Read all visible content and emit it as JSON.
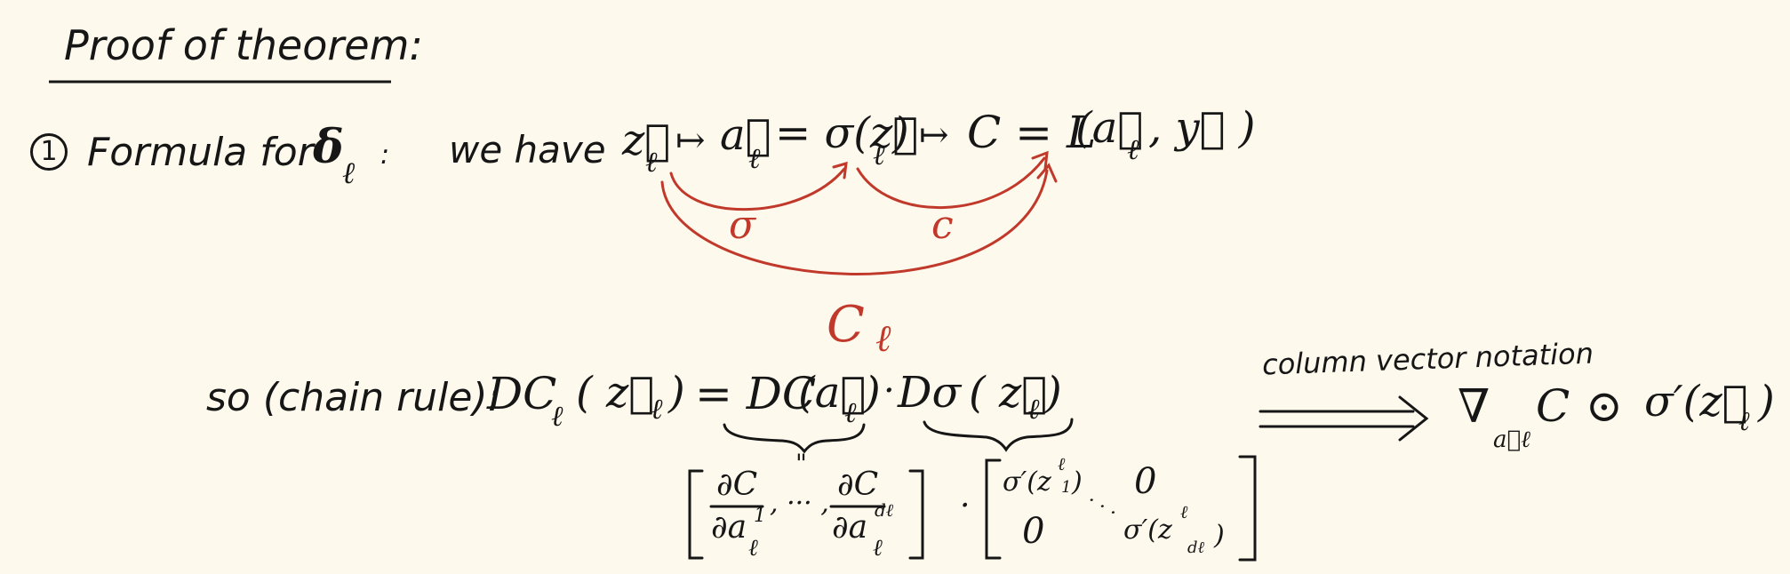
{
  "title": "Proof of theorem:",
  "step": {
    "number": "1",
    "heading": "Formula for",
    "symbol": "δ",
    "symbol_sub": "ℓ",
    "colon": ":"
  },
  "chain": {
    "we_have": "we have",
    "z": "z⃗",
    "z_sub": "ℓ",
    "mapsto": "↦",
    "a": "a⃗",
    "a_sub": "ℓ",
    "eq_sigma": "= σ(z⃗",
    "eq_sigma_sub": "ℓ",
    "close": ")",
    "C_eq": "C = L",
    "L_args": "(a⃗",
    "L_args_sub": "ℓ",
    "L_args_tail": ", y⃗ )"
  },
  "arrows": {
    "sigma_label": "σ",
    "c_label": "c",
    "C_label": "C",
    "C_sub": "ℓ"
  },
  "chain_rule": {
    "prefix": "so (chain rule):",
    "DC": "DC",
    "DC_sub": "ℓ",
    "arg": "( z⃗",
    "arg_sub": "ℓ",
    "arg_close": ")",
    "eq_DC": "= DC",
    "DC_arg": "(a⃗",
    "DC_arg_sub": "ℓ",
    "DC_arg_close": ")",
    "dot": "·",
    "Dsigma": "Dσ",
    "Dsigma_arg": "( z⃗",
    "Dsigma_arg_sub": "ℓ",
    "Dsigma_arg_close": ")"
  },
  "gradient_row": {
    "dC": "∂C",
    "da1": "∂a",
    "da1_sup": "1",
    "da1_sub": "ℓ",
    "dots": ", ··· ,",
    "dC2": "∂C",
    "da2": "∂a",
    "da2_sup": "dℓ",
    "da2_sub": "ℓ",
    "quote_mark": "\""
  },
  "diag_matrix": {
    "dot": "·",
    "top_left": "σ′(z",
    "top_left_sup": "ℓ",
    "top_left_sub": "1",
    "top_left_close": ")",
    "top_right": "0",
    "bottom_left": "0",
    "bottom_right": "σ′(z",
    "bottom_right_sup": "ℓ",
    "bottom_right_sub": "dℓ",
    "bottom_right_close": ")",
    "diag_dots": "· · ·"
  },
  "result": {
    "note": "column vector notation",
    "nabla": "∇",
    "nabla_sub": "a⃗ℓ",
    "C": "C",
    "odot": "⊙",
    "sigma_prime": "σ′(z⃗",
    "sigma_prime_sub": "ℓ",
    "close": ")"
  },
  "colors": {
    "ink": "#161616",
    "red_ink": "#c0392b",
    "paper": "#fdf9ec"
  }
}
